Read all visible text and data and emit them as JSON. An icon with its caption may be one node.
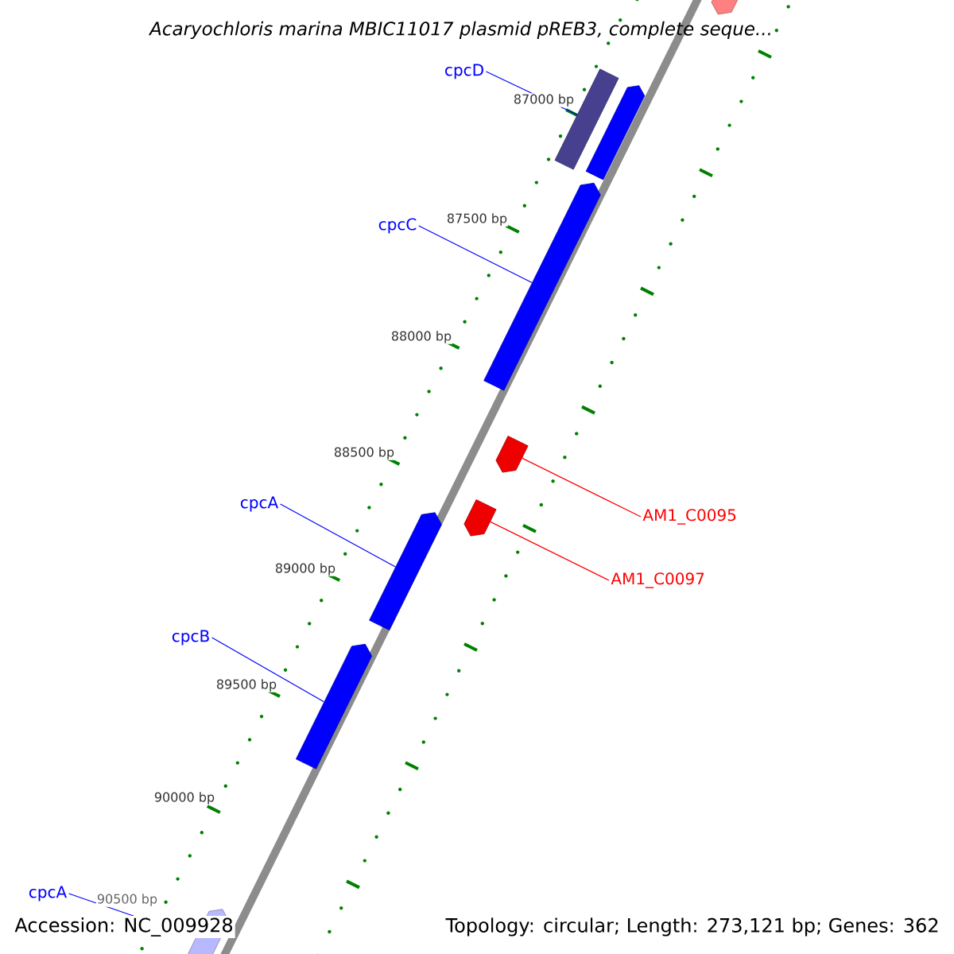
{
  "diagram": {
    "title": "Acaryochloris marina MBIC11017 plasmid pREB3, complete seque...",
    "nodes": [
      {
        "text": [],
        "shape": "arrow"
      },
      {
        "text": [
          "cpcD"
        ]
      },
      {
        "text": [],
        "shape": "bar"
      },
      {
        "text": [],
        "shape": "arrow"
      },
      {
        "text": [
          "cpcC"
        ]
      },
      {
        "text": [],
        "shape": "arrow"
      },
      {
        "text": [],
        "shape": "arrow"
      },
      {
        "text": [
          "AM1_C0095"
        ]
      },
      {
        "text": [],
        "shape": "arrow"
      },
      {
        "text": [
          "AM1_C0097"
        ]
      },
      {
        "text": [
          "cpcA"
        ]
      },
      {
        "text": [],
        "shape": "arrow"
      },
      {
        "text": [
          "cpcB"
        ]
      },
      {
        "text": [],
        "shape": "arrow"
      },
      {
        "text": [
          "cpcA"
        ]
      },
      {
        "text": [],
        "shape": "arrow"
      }
    ],
    "edges": [
      {
        "from": 1,
        "to": 2,
        "arrow": "none"
      },
      {
        "from": 4,
        "to": 5,
        "arrow": "none"
      },
      {
        "from": 7,
        "to": 6,
        "arrow": "none",
        "color": "#ff0000"
      },
      {
        "from": 9,
        "to": 8,
        "arrow": "none",
        "color": "#ff0000"
      },
      {
        "from": 10,
        "to": 11,
        "arrow": "none"
      },
      {
        "from": 12,
        "to": 13,
        "arrow": "none"
      },
      {
        "from": 14,
        "to": 15,
        "arrow": "none"
      }
    ],
    "labels": [
      "87000 bp",
      "87500 bp",
      "88000 bp",
      "88500 bp",
      "89000 bp",
      "89500 bp",
      "90000 bp",
      "90500 bp",
      "Accession: NC_009928",
      "Topology: circular; Length: 273,121 bp; Genes: 362"
    ]
  }
}
